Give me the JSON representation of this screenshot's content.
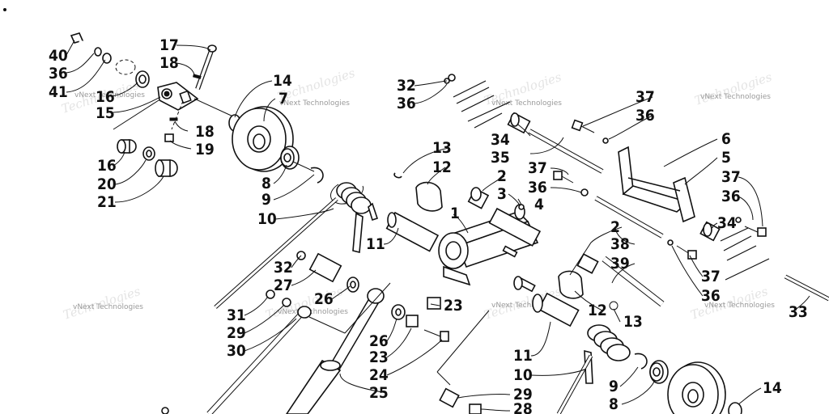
{
  "diagram": {
    "labels": [
      {
        "id": "40",
        "text": "40"
      },
      {
        "id": "36a",
        "text": "36"
      },
      {
        "id": "41",
        "text": "41"
      },
      {
        "id": "16a",
        "text": "16"
      },
      {
        "id": "15",
        "text": "15"
      },
      {
        "id": "17",
        "text": "17"
      },
      {
        "id": "18a",
        "text": "18"
      },
      {
        "id": "18b",
        "text": "18"
      },
      {
        "id": "19",
        "text": "19"
      },
      {
        "id": "14a",
        "text": "14"
      },
      {
        "id": "7",
        "text": "7"
      },
      {
        "id": "16b",
        "text": "16"
      },
      {
        "id": "20",
        "text": "20"
      },
      {
        "id": "21",
        "text": "21"
      },
      {
        "id": "8a",
        "text": "8"
      },
      {
        "id": "9a",
        "text": "9"
      },
      {
        "id": "10a",
        "text": "10"
      },
      {
        "id": "11a",
        "text": "11"
      },
      {
        "id": "32a",
        "text": "32"
      },
      {
        "id": "36b",
        "text": "36"
      },
      {
        "id": "13a",
        "text": "13"
      },
      {
        "id": "12a",
        "text": "12"
      },
      {
        "id": "1",
        "text": "1"
      },
      {
        "id": "2a",
        "text": "2"
      },
      {
        "id": "3",
        "text": "3"
      },
      {
        "id": "4",
        "text": "4"
      },
      {
        "id": "34a",
        "text": "34"
      },
      {
        "id": "35",
        "text": "35"
      },
      {
        "id": "37a",
        "text": "37"
      },
      {
        "id": "36c",
        "text": "36"
      },
      {
        "id": "37b",
        "text": "37"
      },
      {
        "id": "36d",
        "text": "36"
      },
      {
        "id": "6",
        "text": "6"
      },
      {
        "id": "5",
        "text": "5"
      },
      {
        "id": "37c",
        "text": "37"
      },
      {
        "id": "36e",
        "text": "36"
      },
      {
        "id": "34b",
        "text": "34"
      },
      {
        "id": "2b",
        "text": "2"
      },
      {
        "id": "38",
        "text": "38"
      },
      {
        "id": "39",
        "text": "39"
      },
      {
        "id": "37d",
        "text": "37"
      },
      {
        "id": "36f",
        "text": "36"
      },
      {
        "id": "33",
        "text": "33"
      },
      {
        "id": "32b",
        "text": "32"
      },
      {
        "id": "27",
        "text": "27"
      },
      {
        "id": "26a",
        "text": "26"
      },
      {
        "id": "31",
        "text": "31"
      },
      {
        "id": "29a",
        "text": "29"
      },
      {
        "id": "30",
        "text": "30"
      },
      {
        "id": "23a",
        "text": "23"
      },
      {
        "id": "26b",
        "text": "26"
      },
      {
        "id": "23b",
        "text": "23"
      },
      {
        "id": "24",
        "text": "24"
      },
      {
        "id": "25",
        "text": "25"
      },
      {
        "id": "12b",
        "text": "12"
      },
      {
        "id": "13b",
        "text": "13"
      },
      {
        "id": "11b",
        "text": "11"
      },
      {
        "id": "10b",
        "text": "10"
      },
      {
        "id": "9b",
        "text": "9"
      },
      {
        "id": "8b",
        "text": "8"
      },
      {
        "id": "14b",
        "text": "14"
      },
      {
        "id": "29b",
        "text": "29"
      },
      {
        "id": "28",
        "text": "28"
      }
    ],
    "watermark": "vNext Technologies"
  }
}
